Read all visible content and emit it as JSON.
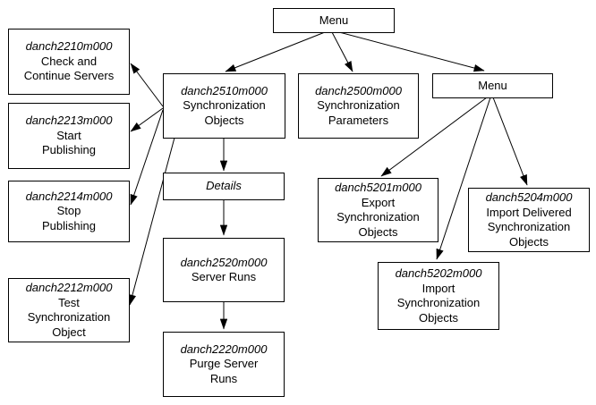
{
  "diagram": {
    "title": "Menu hierarchy diagram",
    "colors": {
      "background": "#ffffff",
      "box_border": "#000000",
      "text": "#000000",
      "arrow": "#000000"
    },
    "nodes": {
      "menu_top": {
        "label": "Menu"
      },
      "menu_right": {
        "label": "Menu"
      },
      "details": {
        "label": "Details"
      },
      "danch2210": {
        "code": "danch2210m000",
        "lines": [
          "Check and",
          "Continue Servers"
        ]
      },
      "danch2213": {
        "code": "danch2213m000",
        "lines": [
          "Start",
          "Publishing"
        ]
      },
      "danch2214": {
        "code": "danch2214m000",
        "lines": [
          "Stop",
          "Publishing"
        ]
      },
      "danch2212": {
        "code": "danch2212m000",
        "lines": [
          "Test",
          "Synchronization",
          "Object"
        ]
      },
      "danch2510": {
        "code": "danch2510m000",
        "lines": [
          "Synchronization",
          "Objects"
        ]
      },
      "danch2500": {
        "code": "danch2500m000",
        "lines": [
          "Synchronization",
          "Parameters"
        ]
      },
      "danch2520": {
        "code": "danch2520m000",
        "lines": [
          "Server Runs"
        ]
      },
      "danch2220": {
        "code": "danch2220m000",
        "lines": [
          "Purge Server",
          "Runs"
        ]
      },
      "danch5201": {
        "code": "danch5201m000",
        "lines": [
          "Export",
          "Synchronization",
          "Objects"
        ]
      },
      "danch5204": {
        "code": "danch5204m000",
        "lines": [
          "Import Delivered",
          "Synchronization",
          "Objects"
        ]
      },
      "danch5202": {
        "code": "danch5202m000",
        "lines": [
          "Import",
          "Synchronization",
          "Objects"
        ]
      }
    },
    "edges": [
      {
        "from": "menu_top",
        "to": "danch2510"
      },
      {
        "from": "menu_top",
        "to": "danch2500"
      },
      {
        "from": "menu_top",
        "to": "menu_right"
      },
      {
        "from": "danch2510",
        "to": "danch2210"
      },
      {
        "from": "danch2510",
        "to": "danch2213"
      },
      {
        "from": "danch2510",
        "to": "danch2214"
      },
      {
        "from": "danch2510",
        "to": "danch2212"
      },
      {
        "from": "danch2510",
        "to": "details"
      },
      {
        "from": "details",
        "to": "danch2520"
      },
      {
        "from": "danch2520",
        "to": "danch2220"
      },
      {
        "from": "menu_right",
        "to": "danch5201"
      },
      {
        "from": "menu_right",
        "to": "danch5202"
      },
      {
        "from": "menu_right",
        "to": "danch5204"
      }
    ]
  }
}
